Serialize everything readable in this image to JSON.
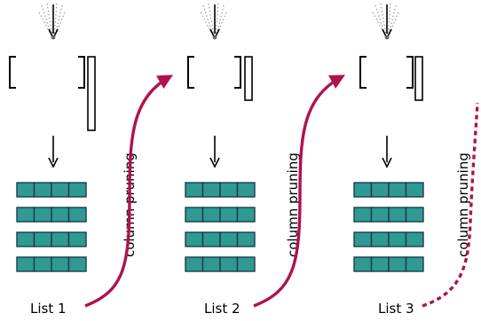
{
  "panels": [
    {
      "list_label": "List 1"
    },
    {
      "list_label": "List 2"
    },
    {
      "list_label": "List 3"
    }
  ],
  "annotations": [
    {
      "pruning_label": "column pruning"
    },
    {
      "pruning_label": "column pruning"
    },
    {
      "pruning_label": "column pruning"
    }
  ],
  "colors": {
    "cell_fill": "#2e9a93",
    "cell_stroke": "#1d3b4e",
    "arrow": "#b0124f",
    "ink": "#000000"
  }
}
